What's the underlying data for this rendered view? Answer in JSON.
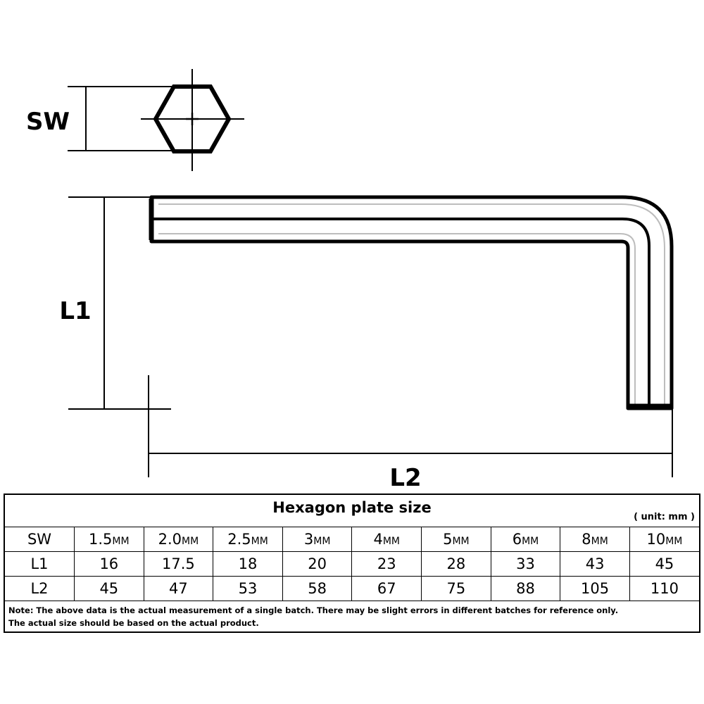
{
  "diagram": {
    "labels": {
      "sw": "SW",
      "l1": "L1",
      "l2": "L2"
    }
  },
  "table": {
    "title": "Hexagon plate size",
    "unit_note": "( unit: mm )",
    "row_labels": {
      "sw": "SW",
      "l1": "L1",
      "l2": "L2"
    },
    "sw_unit": "MM",
    "sw_values": [
      "1.5",
      "2.0",
      "2.5",
      "3",
      "4",
      "5",
      "6",
      "8",
      "10"
    ],
    "l1_values": [
      "16",
      "17.5",
      "18",
      "20",
      "23",
      "28",
      "33",
      "43",
      "45"
    ],
    "l2_values": [
      "45",
      "47",
      "53",
      "58",
      "67",
      "75",
      "88",
      "105",
      "110"
    ],
    "note_line1": "Note: The above data is the actual measurement of a single batch. There may be slight errors in different batches for reference only.",
    "note_line2": "The actual size should be based on the actual product."
  }
}
